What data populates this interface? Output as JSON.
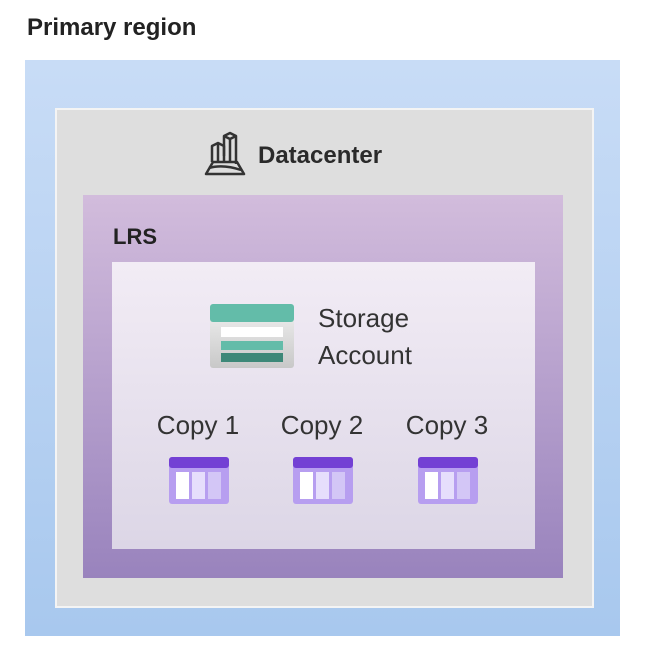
{
  "title": "Primary region",
  "datacenter": {
    "label": "Datacenter"
  },
  "lrs": {
    "label": "LRS"
  },
  "storage": {
    "line1": "Storage",
    "line2": "Account"
  },
  "copies": [
    {
      "label": "Copy 1"
    },
    {
      "label": "Copy 2"
    },
    {
      "label": "Copy 3"
    }
  ],
  "colors": {
    "region": "#b8d2f2",
    "datacenter": "#dedede",
    "lrs": "#b7a1cc",
    "inner": "#e8e2ee",
    "teal": "#62bcaa",
    "purple": "#7340d4"
  }
}
